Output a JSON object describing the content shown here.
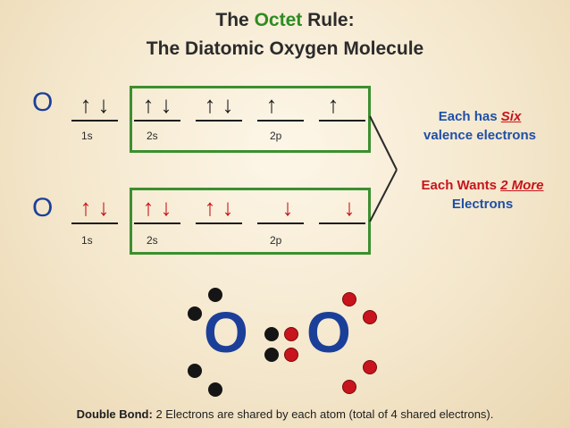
{
  "title": {
    "line1_prefix": "The",
    "line1_accent": "Octet",
    "line1_suffix": "Rule:",
    "line2": "The Diatomic Oxygen Molecule"
  },
  "atoms": [
    {
      "symbol": "O",
      "arrow_color": "#1d1d1d",
      "labels": {
        "s1": "1s",
        "s2": "2s",
        "p": "2p"
      }
    },
    {
      "symbol": "O",
      "arrow_color": "#c8141c",
      "labels": {
        "s1": "1s",
        "s2": "2s",
        "p": "2p"
      }
    }
  ],
  "side_notes": {
    "note1_prefix": "Each has",
    "note1_emph": "Six",
    "note1_line2": "valence electrons",
    "note2_prefix": "Each Wants",
    "note2_emph": "2 More",
    "note2_line2": "Electrons"
  },
  "molecule": {
    "left": "O",
    "right": "O"
  },
  "footer": {
    "bold": "Double Bond:",
    "text": "2 Electrons are shared by each atom (total of 4 shared electrons)."
  },
  "colors": {
    "accent_green": "#2e8b22",
    "blue": "#1b3f99",
    "red": "#c8141c"
  }
}
